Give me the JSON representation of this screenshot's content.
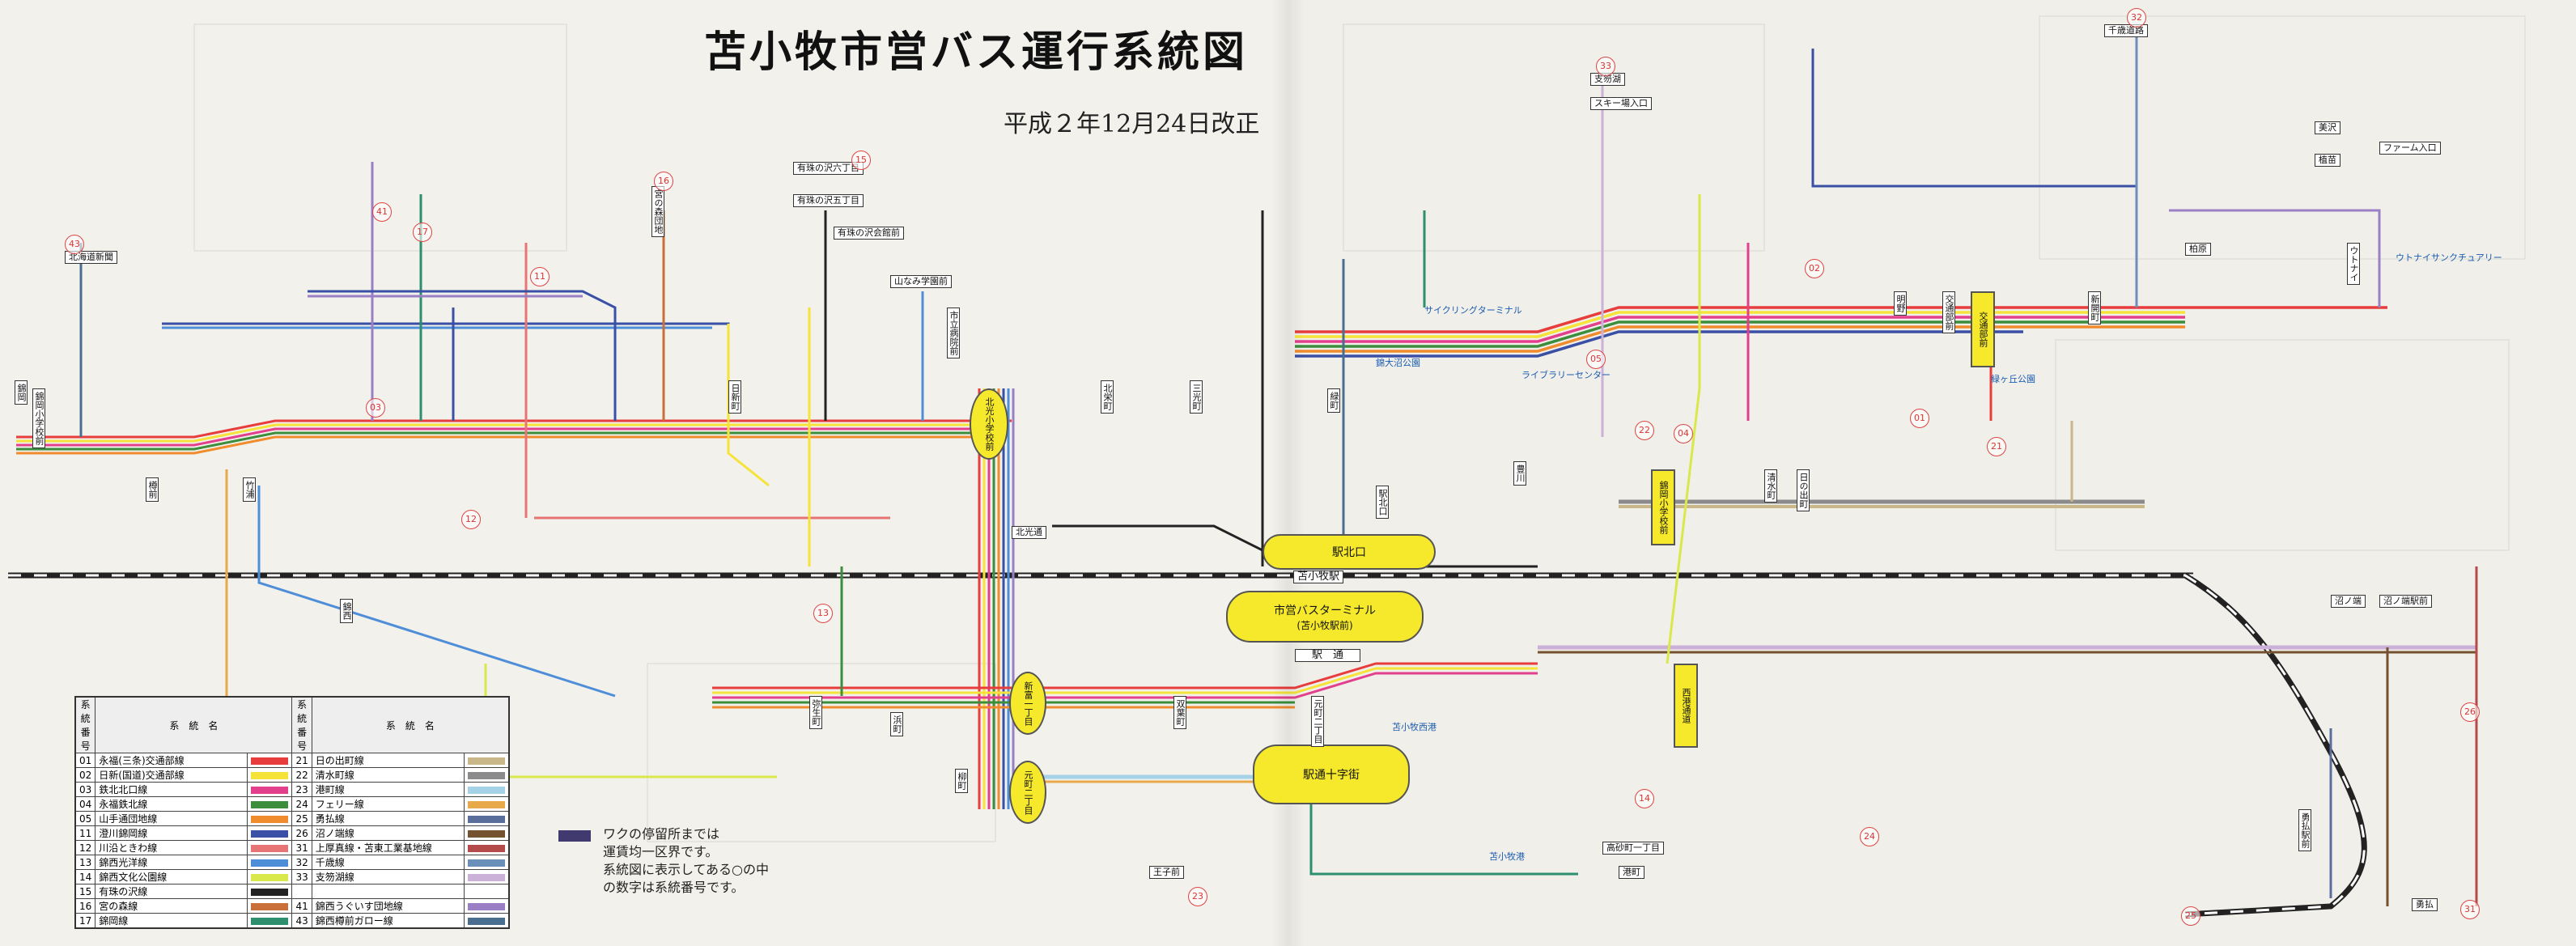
{
  "title": "苫小牧市営バス運行系統図",
  "subtitle": "平成２年12月24日改正",
  "hubs": {
    "north_exit": "駅北口",
    "station_front": "苫小牧駅",
    "bus_terminal": "市営バスターミナル",
    "bus_terminal_sub": "(苫小牧駅前)",
    "ekidori": "駅通十字街",
    "ekidori_street": "駅　通",
    "hub_kitahonmachi": "北光小学校前",
    "hub_shintomi": "新富一丁目",
    "hub_motomachi": "元町二丁目",
    "hub_shinoe": "錦岡小学校前",
    "hub_kotsubu": "交通部前",
    "hub_uchiya": "西港通道"
  },
  "stops": {
    "s1": "北海道新聞",
    "s2": "錦岡小学校前",
    "s3": "宮の森団地",
    "s4": "有珠の沢六丁目",
    "s5": "有珠の沢五丁目",
    "s6": "有珠の沢会館前",
    "s7": "山なみ学園前",
    "s8": "北光通",
    "s9": "市立病院前",
    "s10": "沼ノ端",
    "s11": "沼ノ端駅前",
    "s12": "新開町",
    "s13": "勇払駅前",
    "s14": "交通部前",
    "s15": "北栄町",
    "s16": "駅北口",
    "s17": "三光町",
    "s18": "日新町",
    "s19": "明野",
    "s20": "日の出町",
    "s21": "豊川",
    "s22": "緑町",
    "s23": "清水町",
    "s24": "高砂町一丁目",
    "s25": "王子前",
    "s26": "港町",
    "s27": "千歳道路",
    "s28": "植苗",
    "s29": "美沢",
    "s30": "勇払",
    "s31": "浜町",
    "s32": "錦西",
    "s33": "錦岡",
    "s34": "樽前",
    "s35": "竹浦",
    "s36": "支笏湖",
    "s37": "スキー場入口",
    "s38": "ファーム入口",
    "s39": "柏原",
    "s40": "ウトナイ",
    "s41": "元町二丁目",
    "s42": "双葉町",
    "s43": "弥生町",
    "s44": "柳町"
  },
  "labels": {
    "l1": "ライブラリーセンター",
    "l2": "サイクリングターミナル",
    "l3": "錦大沼公園",
    "l4": "苫小牧港",
    "l5": "ウトナイサンクチュアリー",
    "l6": "苫小牧西港",
    "l7": "緑ヶ丘公園"
  },
  "route_numbers": [
    "43",
    "41",
    "17",
    "16",
    "15",
    "11",
    "12",
    "13",
    "03",
    "02",
    "05",
    "04",
    "01",
    "14",
    "21",
    "22",
    "23",
    "24",
    "25",
    "26",
    "31",
    "32",
    "33"
  ],
  "legend": {
    "header_no": "系統番号",
    "header_name": "系　統　名",
    "left": [
      {
        "no": "01",
        "name": "永福(三条)交通部線",
        "color": "#e83d3d"
      },
      {
        "no": "02",
        "name": "日新(国道)交通部線",
        "color": "#f5e33a"
      },
      {
        "no": "03",
        "name": "鉄北北口線",
        "color": "#e2408c"
      },
      {
        "no": "04",
        "name": "永福鉄北線",
        "color": "#3c8d3c"
      },
      {
        "no": "05",
        "name": "山手通団地線",
        "color": "#f08c2e"
      },
      {
        "no": "11",
        "name": "澄川錦岡線",
        "color": "#3a4fa6"
      },
      {
        "no": "12",
        "name": "川沿ときわ線",
        "color": "#e87575"
      },
      {
        "no": "13",
        "name": "錦西光洋線",
        "color": "#4e8ed8"
      },
      {
        "no": "14",
        "name": "錦西文化公園線",
        "color": "#d9e84a"
      },
      {
        "no": "15",
        "name": "有珠の沢線",
        "color": "#222222"
      },
      {
        "no": "16",
        "name": "宮の森線",
        "color": "#c96f3a"
      },
      {
        "no": "17",
        "name": "錦岡線",
        "color": "#2d8f6e"
      }
    ],
    "right": [
      {
        "no": "21",
        "name": "日の出町線",
        "color": "#c9b78a"
      },
      {
        "no": "22",
        "name": "清水町線",
        "color": "#8b8b8b"
      },
      {
        "no": "23",
        "name": "港町線",
        "color": "#a6d2e8"
      },
      {
        "no": "24",
        "name": "フェリー線",
        "color": "#e8a94a"
      },
      {
        "no": "25",
        "name": "勇払線",
        "color": "#5a6e9c"
      },
      {
        "no": "26",
        "name": "沼ノ端線",
        "color": "#74512f"
      },
      {
        "no": "31",
        "name": "上厚真線・苫東工業基地線",
        "color": "#b44a4a"
      },
      {
        "no": "32",
        "name": "千歳線",
        "color": "#6a8fb8"
      },
      {
        "no": "33",
        "name": "支笏湖線",
        "color": "#cbb0d8"
      },
      {
        "no": "",
        "name": "",
        "color": ""
      },
      {
        "no": "41",
        "name": "錦西うぐいす団地線",
        "color": "#9b7fc4"
      },
      {
        "no": "43",
        "name": "錦西樽前ガロー線",
        "color": "#4a6e8f"
      }
    ]
  },
  "note": {
    "line1": "ワクの停留所までは",
    "line2": "運賃均一区界です。",
    "line3": "系統図に表示してある○の中",
    "line4": "の数字は系統番号です。"
  },
  "colors": {
    "route_red": "#e83d3d",
    "route_yellow": "#f5e33a",
    "route_pink": "#e2408c",
    "route_green": "#3c8d3c",
    "route_orange": "#f08c2e",
    "route_navy": "#3a4fa6",
    "route_blue": "#4e8ed8",
    "route_purple": "#9b7fc4",
    "railway": "#333333",
    "hub_fill": "#f6e92b"
  }
}
